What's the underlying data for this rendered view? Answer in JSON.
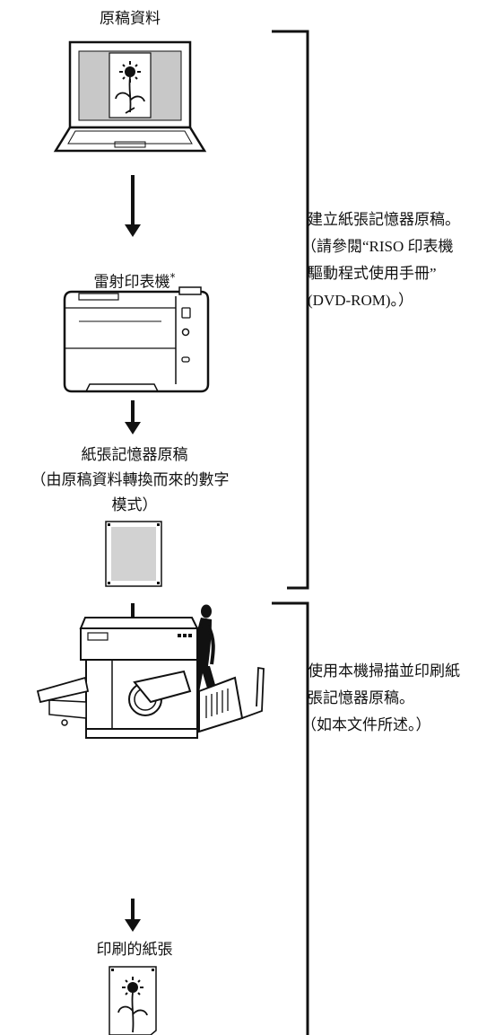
{
  "steps": {
    "source": {
      "label": "原稿資料"
    },
    "laser": {
      "label": "雷射印表機",
      "mark": "*"
    },
    "paper_original": {
      "label": "紙張記憶器原稿",
      "note_line1": "（由原稿資料轉換而來的數字",
      "note_line2": "模式）"
    },
    "machine": {
      "label": "本機"
    },
    "printed": {
      "label": "印刷的紙張"
    }
  },
  "brackets": {
    "create": {
      "line1": "建立紙張記憶器原稿。",
      "line2": "（請參閱“RISO 印表機",
      "line3": "驅動程式使用手冊”",
      "line4": "(DVD-ROM)。）"
    },
    "scan": {
      "line1": "使用本機掃描並印刷紙",
      "line2": "張記憶器原稿。",
      "line3": "（如本文件所述。）"
    }
  },
  "colors": {
    "stroke": "#111111",
    "screen_gray": "#c8c8c8",
    "paper_gray": "#d2d2d2"
  }
}
